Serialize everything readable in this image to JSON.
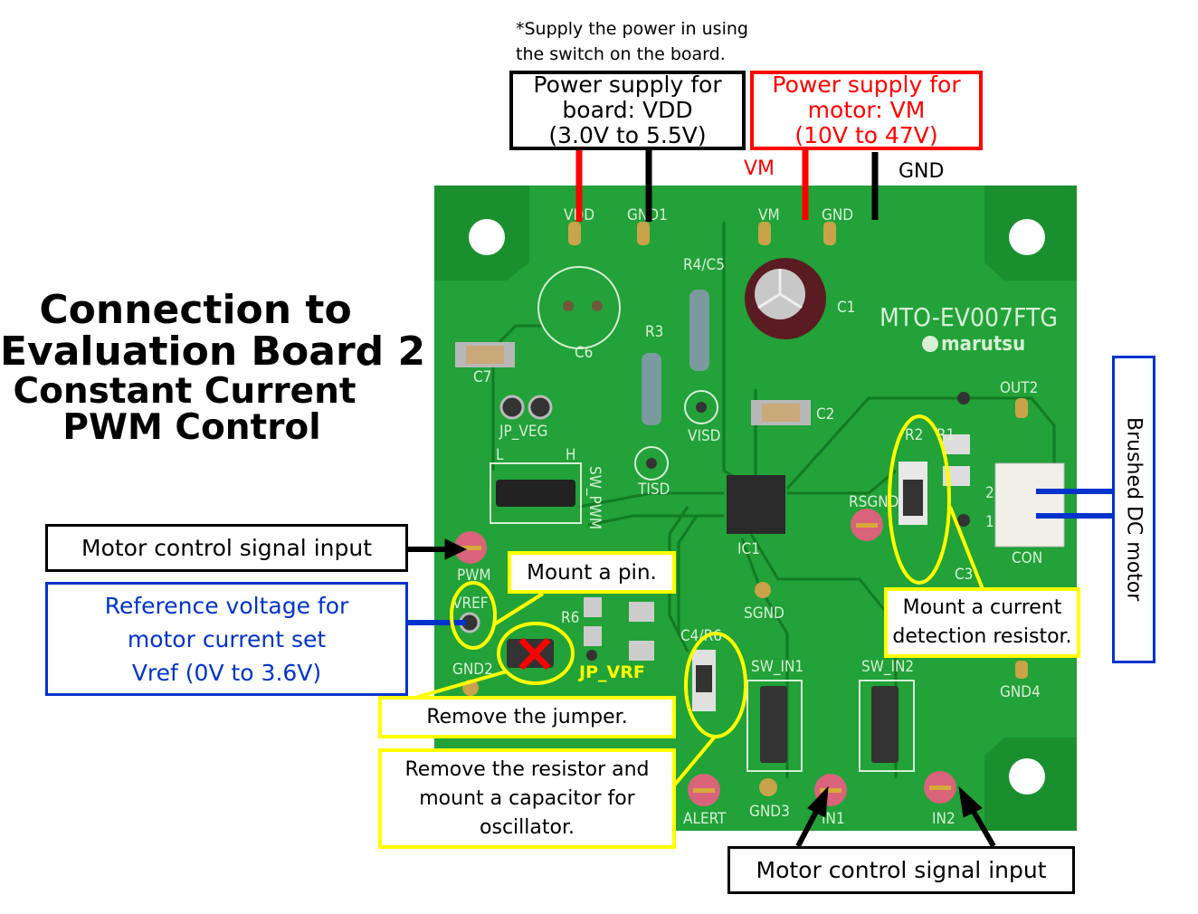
{
  "note": [
    "*Supply the power in using",
    "the switch on the board."
  ],
  "vdd_box": {
    "lines": [
      "Power supply for",
      "board: VDD",
      "(3.0V to 5.5V)"
    ],
    "color": "#000000"
  },
  "vm_box": {
    "lines": [
      "Power supply for",
      "motor: VM",
      "(10V to 47V)"
    ],
    "color": "#ff0000"
  },
  "wire_labels": {
    "vm": "VM",
    "gnd": "GND"
  },
  "title": [
    "Connection to",
    "Evaluation Board 2",
    "Constant Current",
    "PWM Control"
  ],
  "callouts": {
    "motor_input_left": "Motor control signal input",
    "vref": [
      "Reference voltage for",
      "motor current set",
      "Vref (0V to 3.6V)"
    ],
    "mount_pin": "Mount a pin.",
    "jp_vrf": "JP_VRF",
    "remove_jumper": "Remove the jumper.",
    "remove_resistor": [
      "Remove the resistor and",
      "mount a capacitor for",
      "oscillator."
    ],
    "current_resistor": [
      "Mount a current",
      "detection resistor."
    ],
    "motor": "Brushed DC motor",
    "motor_input_bottom": "Motor control signal input"
  },
  "board": {
    "model": "MTO-EV007FTG",
    "brand": "marutsu",
    "labels": {
      "vdd": "VDD",
      "gnd1": "GND1",
      "vm": "VM",
      "gnd": "GND",
      "r4c5": "R4/C5",
      "c1": "C1",
      "c6": "C6",
      "c7": "C7",
      "r3": "R3",
      "jp_veg": "JP_VEG",
      "visd": "VISD",
      "c2": "C2",
      "tisd": "TISD",
      "sw_pwm": "SW_PWM",
      "out2": "OUT2",
      "r2": "R2",
      "r1": "R1",
      "rsgnd": "RSGND",
      "con": "CON",
      "ic1": "IC1",
      "c3": "C3",
      "pwm": "PWM",
      "vref": "VREF",
      "r6": "R6",
      "gnd2": "GND2",
      "c4r6": "C4/R6",
      "sgnd": "SGND",
      "sw_in1": "SW_IN1",
      "sw_in2": "SW_IN2",
      "gnd4": "GND4",
      "alert": "ALERT",
      "gnd3": "GND3",
      "in1": "IN1",
      "in2": "IN2",
      "h": "H",
      "l": "L",
      "pin1": "1",
      "pin2": "2"
    }
  },
  "colors": {
    "board": "#1e9e34",
    "highlight": "#ffff00",
    "vref": "#0033cc",
    "warning": "#ff0000"
  }
}
